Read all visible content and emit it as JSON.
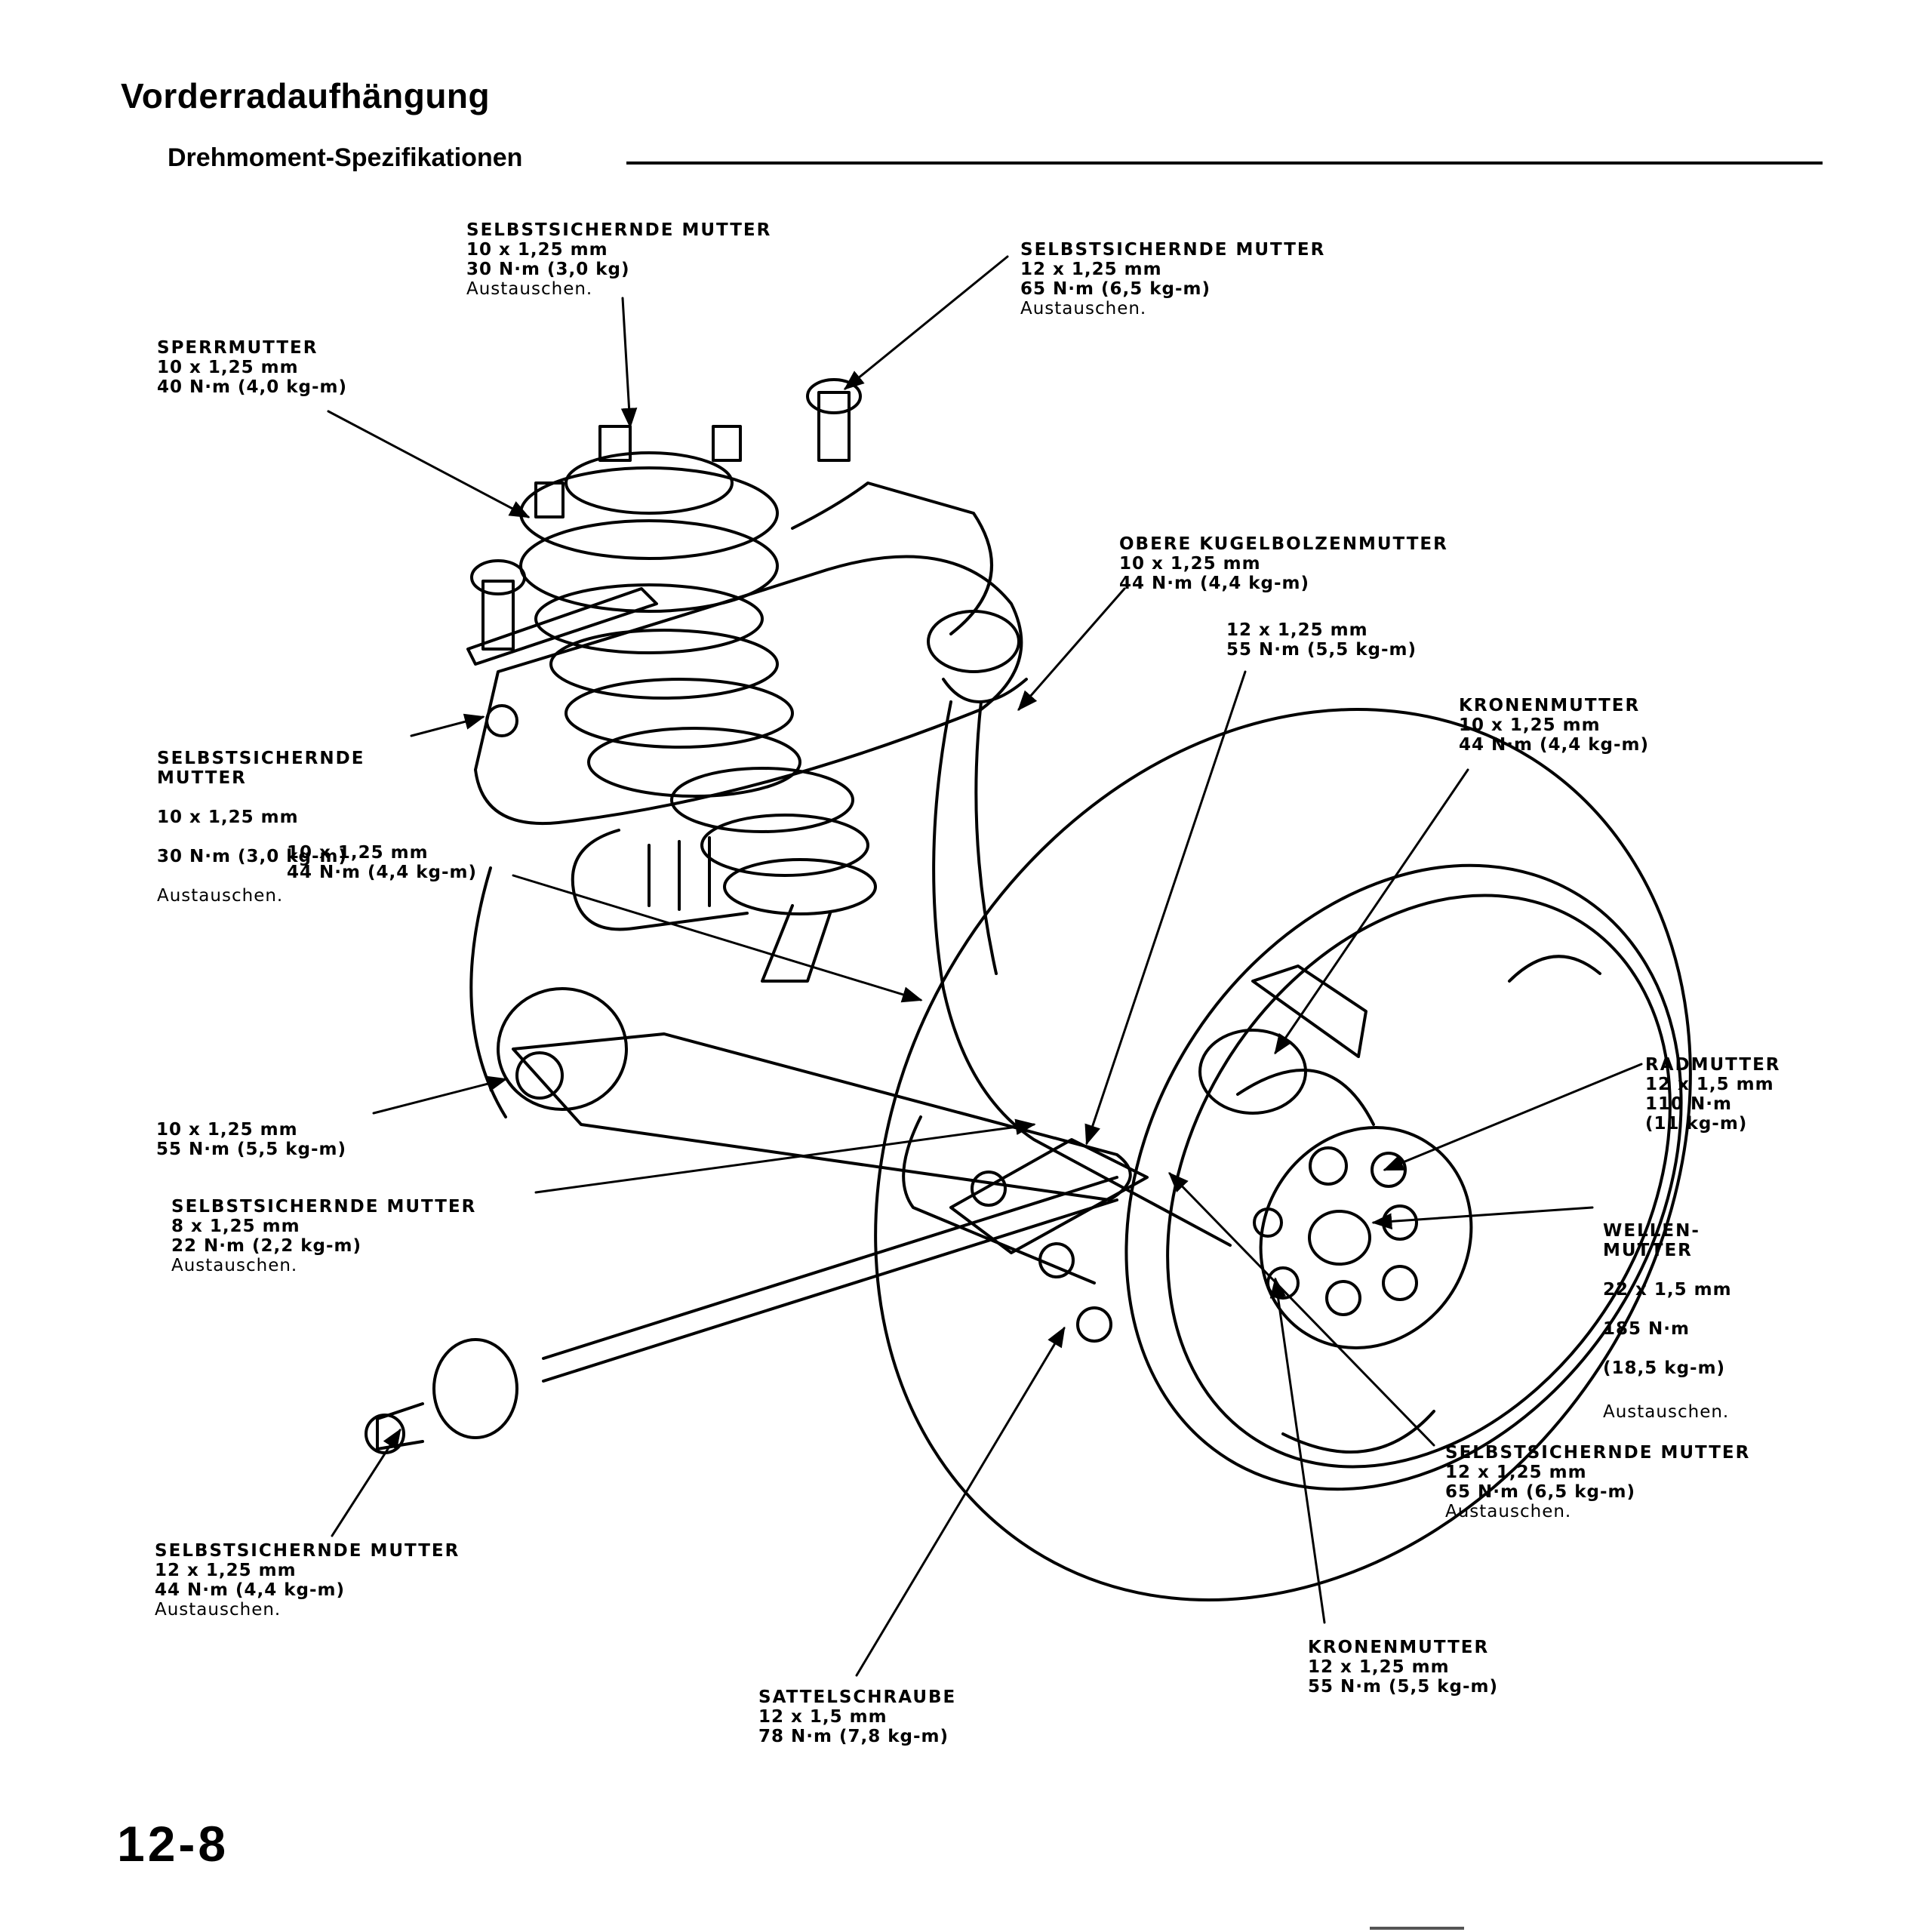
{
  "header": {
    "title": "Vorderradaufhängung",
    "section": "Drehmoment-Spezifikationen"
  },
  "diagram": {
    "subject": "front suspension assembly exploded view",
    "callouts": [
      {
        "id": "top-self-locking-nut",
        "name": "SELBSTSICHERNDE MUTTER",
        "size": "10 x 1,25 mm",
        "torque": "30 N·m (3,0 kg)",
        "note": "Austauschen."
      },
      {
        "id": "upper-mount-self-locking-nut",
        "name": "SELBSTSICHERNDE MUTTER",
        "size": "12 x 1,25 mm",
        "torque": "65 N·m (6,5 kg-m)",
        "note": "Austauschen."
      },
      {
        "id": "lock-nut",
        "name": "SPERRMUTTER",
        "size": "10 x 1,25 mm",
        "torque": "40 N·m (4,0 kg-m)",
        "note": ""
      },
      {
        "id": "upper-ball-joint-nut",
        "name": "OBERE KUGELBOLZENMUTTER",
        "size": "10 x 1,25 mm",
        "torque": "44 N·m (4,4 kg-m)",
        "note": ""
      },
      {
        "id": "bolt-12-55",
        "name": "",
        "size": "12 x 1,25 mm",
        "torque": "55 N·m (5,5 kg-m)",
        "note": ""
      },
      {
        "id": "castle-nut-upper",
        "name": "KRONENMUTTER",
        "size": "10 x 1,25 mm",
        "torque": "44 N·m (4,4 kg-m)",
        "note": ""
      },
      {
        "id": "arm-self-locking-nut",
        "name": "SELBSTSICHERNDE\nMUTTER",
        "size": "10 x 1,25 mm",
        "torque": "30 N·m (3,0 kg-m)",
        "note": "Austauschen."
      },
      {
        "id": "bolt-10-44",
        "name": "",
        "size": "10 x 1,25 mm",
        "torque": "44 N·m (4,4 kg-m)",
        "note": ""
      },
      {
        "id": "bolt-10-55",
        "name": "",
        "size": "10 x 1,25 mm",
        "torque": "55 N·m (5,5 kg-m)",
        "note": ""
      },
      {
        "id": "stabilizer-self-locking-nut",
        "name": "SELBSTSICHERNDE MUTTER",
        "size": "8 x 1,25 mm",
        "torque": "22 N·m (2,2 kg-m)",
        "note": "Austauschen."
      },
      {
        "id": "wheel-nut",
        "name": "RADMUTTER",
        "size": "12 x 1,5 mm",
        "torque": "110 N·m",
        "torque2": "(11 kg-m)",
        "note": ""
      },
      {
        "id": "spindle-nut",
        "name": "WELLEN-\nMUTTER",
        "size": "22 x 1,5 mm",
        "torque": "185 N·m",
        "torque2": "(18,5 kg-m)",
        "note": "Austauschen."
      },
      {
        "id": "knuckle-self-locking-nut",
        "name": "SELBSTSICHERNDE MUTTER",
        "size": "12 x 1,25 mm",
        "torque": "65 N·m (6,5 kg-m)",
        "note": "Austauschen."
      },
      {
        "id": "radius-rod-self-locking-nut",
        "name": "SELBSTSICHERNDE MUTTER",
        "size": "12 x 1,25 mm",
        "torque": "44 N·m (4,4 kg-m)",
        "note": "Austauschen."
      },
      {
        "id": "caliper-bolt",
        "name": "SATTELSCHRAUBE",
        "size": "12 x 1,5 mm",
        "torque": "78 N·m (7,8 kg-m)",
        "note": ""
      },
      {
        "id": "castle-nut-lower",
        "name": "KRONENMUTTER",
        "size": "12 x 1,25 mm",
        "torque": "55 N·m (5,5 kg-m)",
        "note": ""
      }
    ]
  },
  "footer": {
    "page_number": "12-8"
  }
}
